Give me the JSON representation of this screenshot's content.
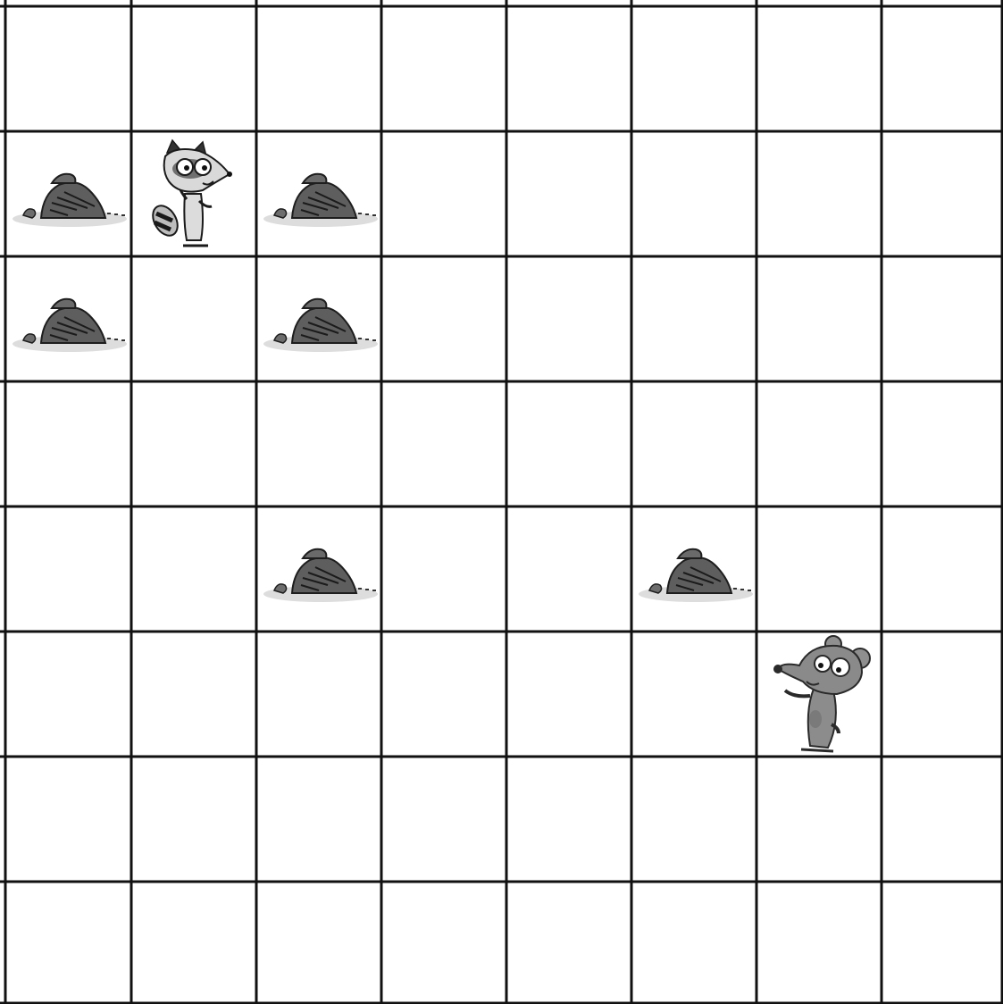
{
  "board": {
    "rows": 8,
    "cols": 8,
    "line_color": "#111111",
    "background": "#ffffff"
  },
  "rocks": [
    {
      "row": 1,
      "col": 0
    },
    {
      "row": 1,
      "col": 2
    },
    {
      "row": 2,
      "col": 0
    },
    {
      "row": 2,
      "col": 2
    },
    {
      "row": 4,
      "col": 2
    },
    {
      "row": 4,
      "col": 5
    }
  ],
  "characters": [
    {
      "name": "raccoon",
      "icon": "raccoon-icon",
      "row": 1,
      "col": 1
    },
    {
      "name": "mouse",
      "icon": "mouse-icon",
      "row": 5,
      "col": 6
    }
  ]
}
